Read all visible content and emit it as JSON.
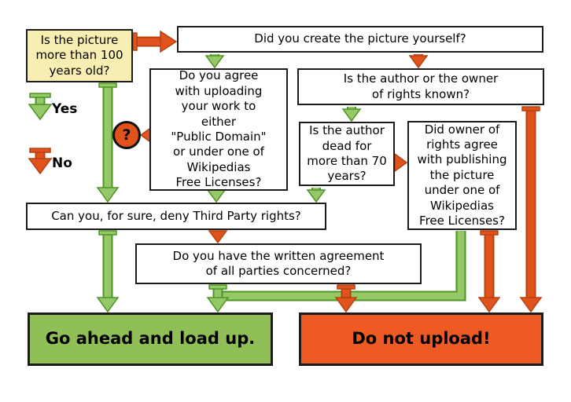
{
  "legend": {
    "yes": "Yes",
    "no": "No"
  },
  "colors": {
    "yes_fill": "#95c968",
    "yes_stroke": "#4f9426",
    "no_fill": "#e2521c",
    "no_stroke": "#b54312",
    "start_box_fill": "#f9eeb2",
    "go_box_fill": "#90bf58",
    "stop_box_fill": "#ee5a24"
  },
  "nodes": {
    "age": {
      "label": "Is the picture\nmore than 100\nyears old?"
    },
    "created": {
      "label": "Did you create the picture yourself?"
    },
    "agree_upload": {
      "label": "Do you agree\nwith uploading\nyour work to\neither\n\"Public Domain\"\nor under one of\nWikipedias\nFree Licenses?"
    },
    "author_known": {
      "label": "Is the author or the owner\nof rights known?"
    },
    "author_dead": {
      "label": "Is the author\ndead for\nmore than 70\nyears?"
    },
    "owner_agree": {
      "label": "Did owner of\nrights agree\nwith publishing\nthe picture\nunder one of\nWikipedias\nFree Licenses?"
    },
    "third_party": {
      "label": "Can you, for sure, deny Third Party rights?"
    },
    "written_agreement": {
      "label": "Do you have the written agreement\nof all parties concerned?"
    },
    "go": {
      "label": "Go ahead and load up."
    },
    "stop": {
      "label": "Do not upload!"
    },
    "question_mark": {
      "label": "?"
    }
  },
  "edges": [
    {
      "from": "age",
      "to": "created",
      "answer": "no"
    },
    {
      "from": "age",
      "to": "third_party",
      "answer": "yes"
    },
    {
      "from": "created",
      "to": "agree_upload",
      "answer": "yes"
    },
    {
      "from": "created",
      "to": "author_known",
      "answer": "no"
    },
    {
      "from": "agree_upload",
      "to": "question_mark",
      "answer": "no"
    },
    {
      "from": "agree_upload",
      "to": "third_party",
      "answer": "yes"
    },
    {
      "from": "author_known",
      "to": "author_dead",
      "answer": "yes"
    },
    {
      "from": "author_known",
      "to": "stop",
      "answer": "no"
    },
    {
      "from": "author_dead",
      "to": "owner_agree",
      "answer": "no"
    },
    {
      "from": "author_dead",
      "to": "third_party",
      "answer": "yes"
    },
    {
      "from": "owner_agree",
      "to": "go",
      "answer": "yes"
    },
    {
      "from": "owner_agree",
      "to": "stop",
      "answer": "no"
    },
    {
      "from": "third_party",
      "to": "go",
      "answer": "yes"
    },
    {
      "from": "third_party",
      "to": "written_agreement",
      "answer": "no"
    },
    {
      "from": "written_agreement",
      "to": "go",
      "answer": "yes"
    },
    {
      "from": "written_agreement",
      "to": "stop",
      "answer": "no"
    }
  ]
}
